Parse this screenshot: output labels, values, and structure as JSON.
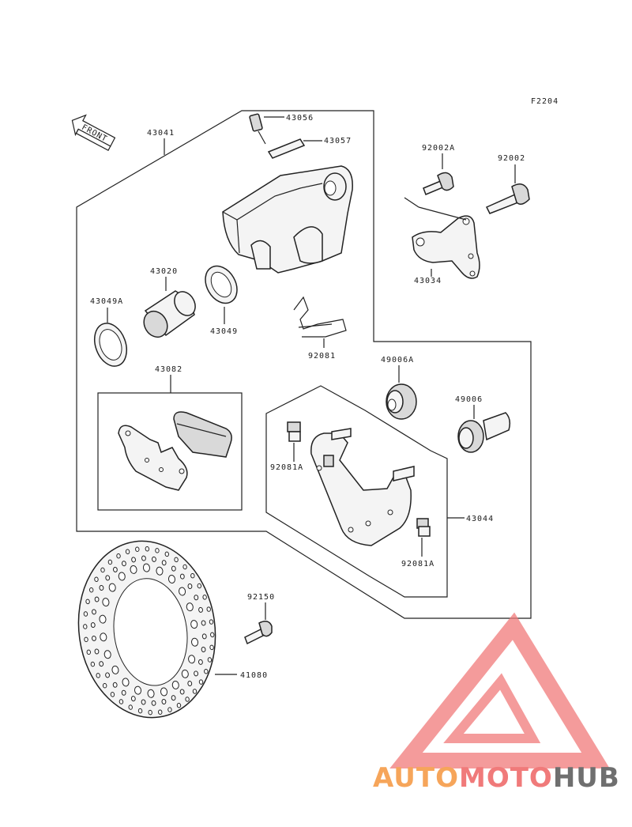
{
  "figure_code": "F2204",
  "front_label": "FRONT",
  "labels": {
    "p43041": "43041",
    "p43056": "43056",
    "p43057": "43057",
    "p92002A": "92002A",
    "p92002": "92002",
    "p43034": "43034",
    "p43020": "43020",
    "p43049A": "43049A",
    "p43049": "43049",
    "p92081": "92081",
    "p43082": "43082",
    "p49006A": "49006A",
    "p49006": "49006",
    "p92081A_top": "92081A",
    "p43044": "43044",
    "p92081A_bot": "92081A",
    "p92150": "92150",
    "p41080": "41080"
  },
  "watermark": {
    "word_part1": "AUTO",
    "word_part2": "MOTO",
    "word_part3": "HUB",
    "color_orange": "#f6a55a",
    "color_red": "#f07a7a",
    "color_gray": "#6f6f6f"
  }
}
